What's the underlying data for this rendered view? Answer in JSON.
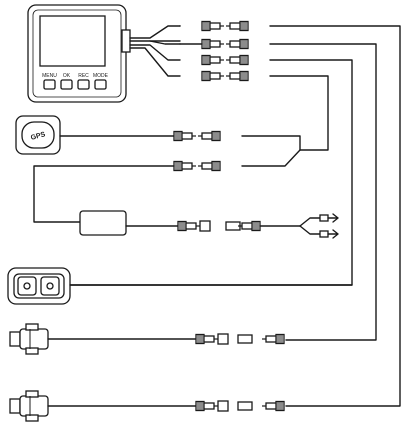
{
  "diagram": {
    "device_buttons": [
      "MENU",
      "OK",
      "REC",
      "MODE"
    ],
    "gps_module_label": "GPS",
    "colors": {
      "line": "#1a1a1a",
      "background": "#ffffff"
    }
  }
}
